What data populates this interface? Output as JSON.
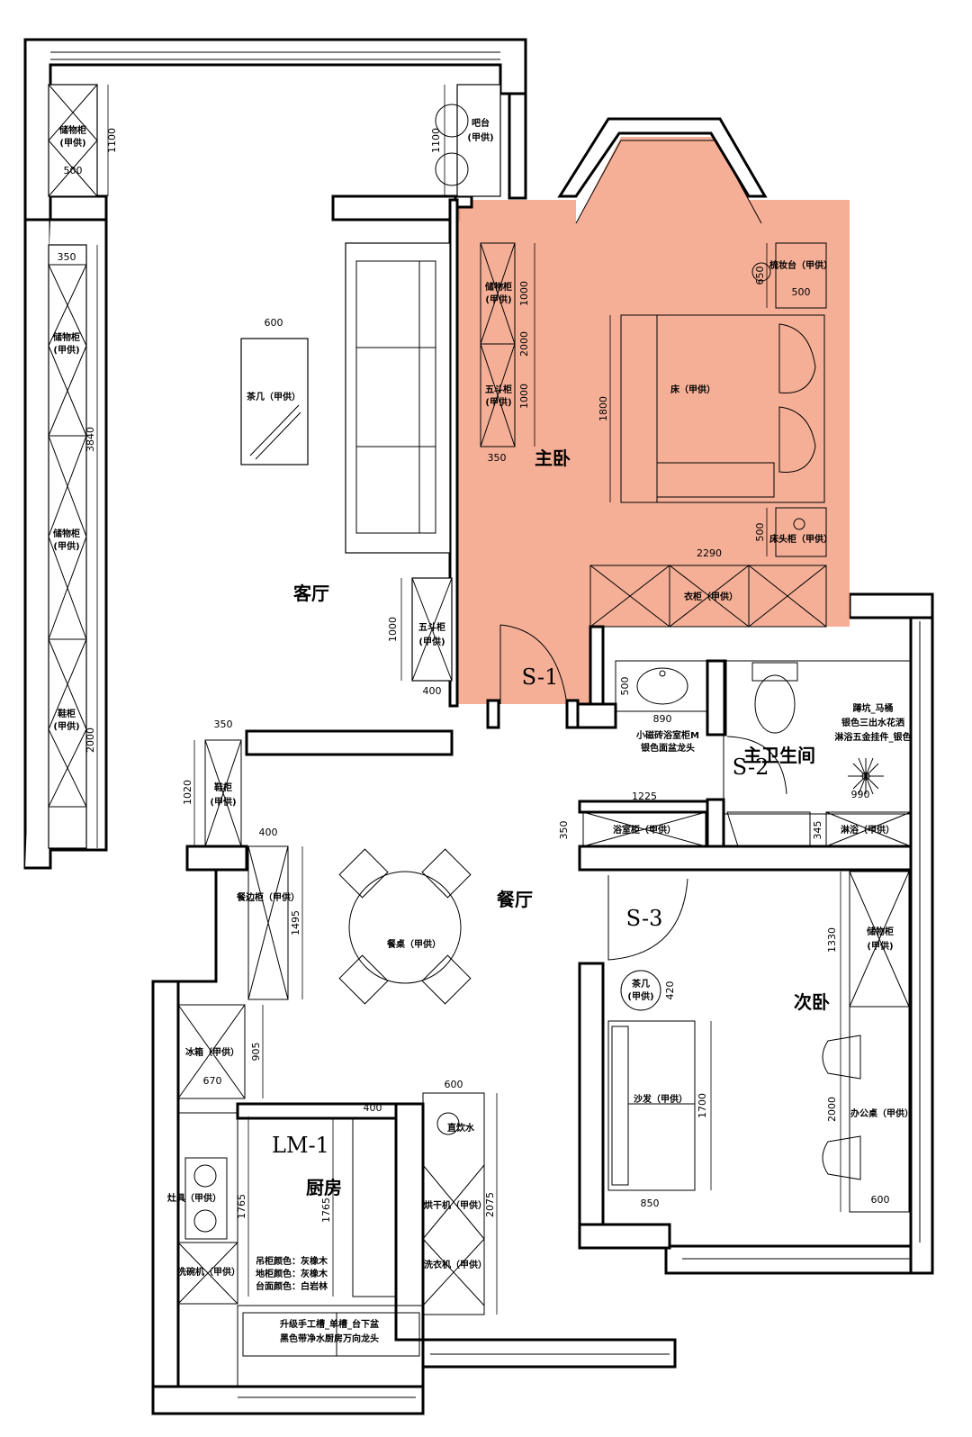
{
  "colors": {
    "highlight": "#f4a68c",
    "wall": "#000000",
    "background": "#ffffff"
  },
  "rooms": {
    "living": "客厅",
    "master": "主卧",
    "dining": "餐厅",
    "kitchen": "厨房",
    "second": "次卧",
    "bath": "主卫生间"
  },
  "tags": {
    "s1": "S-1",
    "s2": "S-2",
    "s3": "S-3",
    "lm1": "LM-1"
  },
  "furniture": {
    "deco_cabinet_tl": "储物柜",
    "preset": "(甲供)",
    "bar": "吧台",
    "tea_table": "茶几（甲供）",
    "deco_cabinet": "储物柜",
    "shoe_cabinet": "鞋柜",
    "wuedou": "五斗柜",
    "bed": "床（甲供）",
    "dresser": "梳妆台（甲供）",
    "bedside": "床头柜（甲供）",
    "wardrobe": "衣柜（甲供）",
    "basin_note_1": "小磁砖浴室柜M",
    "basin_note_2": "银色面盆龙头",
    "bath_note_1": "蹲坑_马桶",
    "bath_note_2": "银色三出水花洒",
    "bath_note_3": "淋浴五金挂件_银色",
    "bath_cab": "浴室柜（甲供）",
    "shower_cab": "淋浴（甲供）",
    "dining_table": "餐桌（甲供）",
    "side_cab": "餐边柜（甲供）",
    "fridge": "冰箱（甲供）",
    "stove": "灶具（甲供）",
    "dishwasher": "洗碗机（甲供）",
    "water": "直饮水",
    "dryer": "烘干机（甲供）",
    "washer": "洗衣机（甲供）",
    "cab_color": "吊柜颜色：灰橡木",
    "base_color": "地柜颜色：灰橡木",
    "top_color": "台面颜色：白岩林",
    "sink_note_1": "升级手工槽_单槽_台下盆",
    "sink_note_2": "黑色带净水厨房万向龙头",
    "sofa": "沙发（甲供）",
    "tea2": "茶几",
    "deco2": "储物柜",
    "desk": "办公桌（甲供）"
  },
  "dims": {
    "d1100a": "1100",
    "d500a": "500",
    "d1100b": "1100",
    "d350a": "350",
    "d3840": "3840",
    "d2000a": "2000",
    "d600a": "600",
    "d1000a": "1000",
    "d400a": "400",
    "d1000b": "1000",
    "d2000b": "2000",
    "d1000c": "1000",
    "d350b": "350",
    "d1800": "1800",
    "d650": "650",
    "d500b": "500",
    "d500c": "500",
    "d2290": "2290",
    "d500d": "500",
    "d890": "890",
    "d1225": "1225",
    "d350c": "350",
    "d345": "345",
    "d990": "990",
    "d350d": "350",
    "d1020": "1020",
    "d400b": "400",
    "d1495": "1495",
    "d905": "905",
    "d670": "670",
    "d400c": "400",
    "d600b": "600",
    "d1765a": "1765",
    "d1765b": "1765",
    "d2075": "2075",
    "d1330": "1330",
    "d420": "420",
    "d1700": "1700",
    "d850": "850",
    "d2000c": "2000",
    "d600c": "600"
  }
}
